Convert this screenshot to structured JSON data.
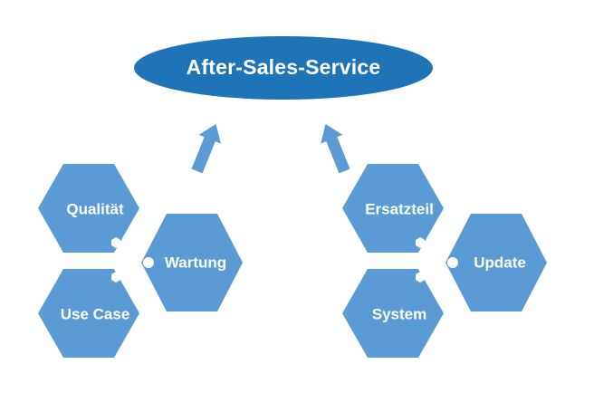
{
  "diagram": {
    "title_node": {
      "label": "After-Sales-Service",
      "shape": "ellipse",
      "fill": "#1F73B7",
      "text_color": "#FFFFFF"
    },
    "arrows": [
      {
        "name": "arrow-left-group-to-title",
        "direction": "up-right",
        "fill": "#5B9BD5"
      },
      {
        "name": "arrow-right-group-to-title",
        "direction": "up-left",
        "fill": "#5B9BD5"
      }
    ],
    "groups": [
      {
        "name": "left-cluster",
        "nodes": [
          {
            "id": "qualitaet",
            "label": "Qualität",
            "position": "top-left",
            "fill": "#5B9BD5",
            "text_color": "#FFFFFF"
          },
          {
            "id": "use-case",
            "label": "Use Case",
            "position": "bottom-left",
            "fill": "#5B9BD5",
            "text_color": "#FFFFFF"
          },
          {
            "id": "wartung",
            "label": "Wartung",
            "position": "right",
            "fill": "#5B9BD5",
            "text_color": "#FFFFFF"
          }
        ],
        "connector": {
          "name": "y-junction-connector",
          "color": "#FFFFFF",
          "dot_count": 3
        }
      },
      {
        "name": "right-cluster",
        "nodes": [
          {
            "id": "ersatzteil",
            "label": "Ersatzteil",
            "position": "top-left",
            "fill": "#5B9BD5",
            "text_color": "#FFFFFF"
          },
          {
            "id": "system",
            "label": "System",
            "position": "bottom-left",
            "fill": "#5B9BD5",
            "text_color": "#FFFFFF"
          },
          {
            "id": "update",
            "label": "Update",
            "position": "right",
            "fill": "#5B9BD5",
            "text_color": "#FFFFFF"
          }
        ],
        "connector": {
          "name": "y-junction-connector",
          "color": "#FFFFFF",
          "dot_count": 3
        }
      }
    ],
    "colors": {
      "hex_fill": "#5B9BD5",
      "ellipse_fill": "#1F73B7",
      "background": "#FFFFFF",
      "text": "#FFFFFF"
    }
  }
}
